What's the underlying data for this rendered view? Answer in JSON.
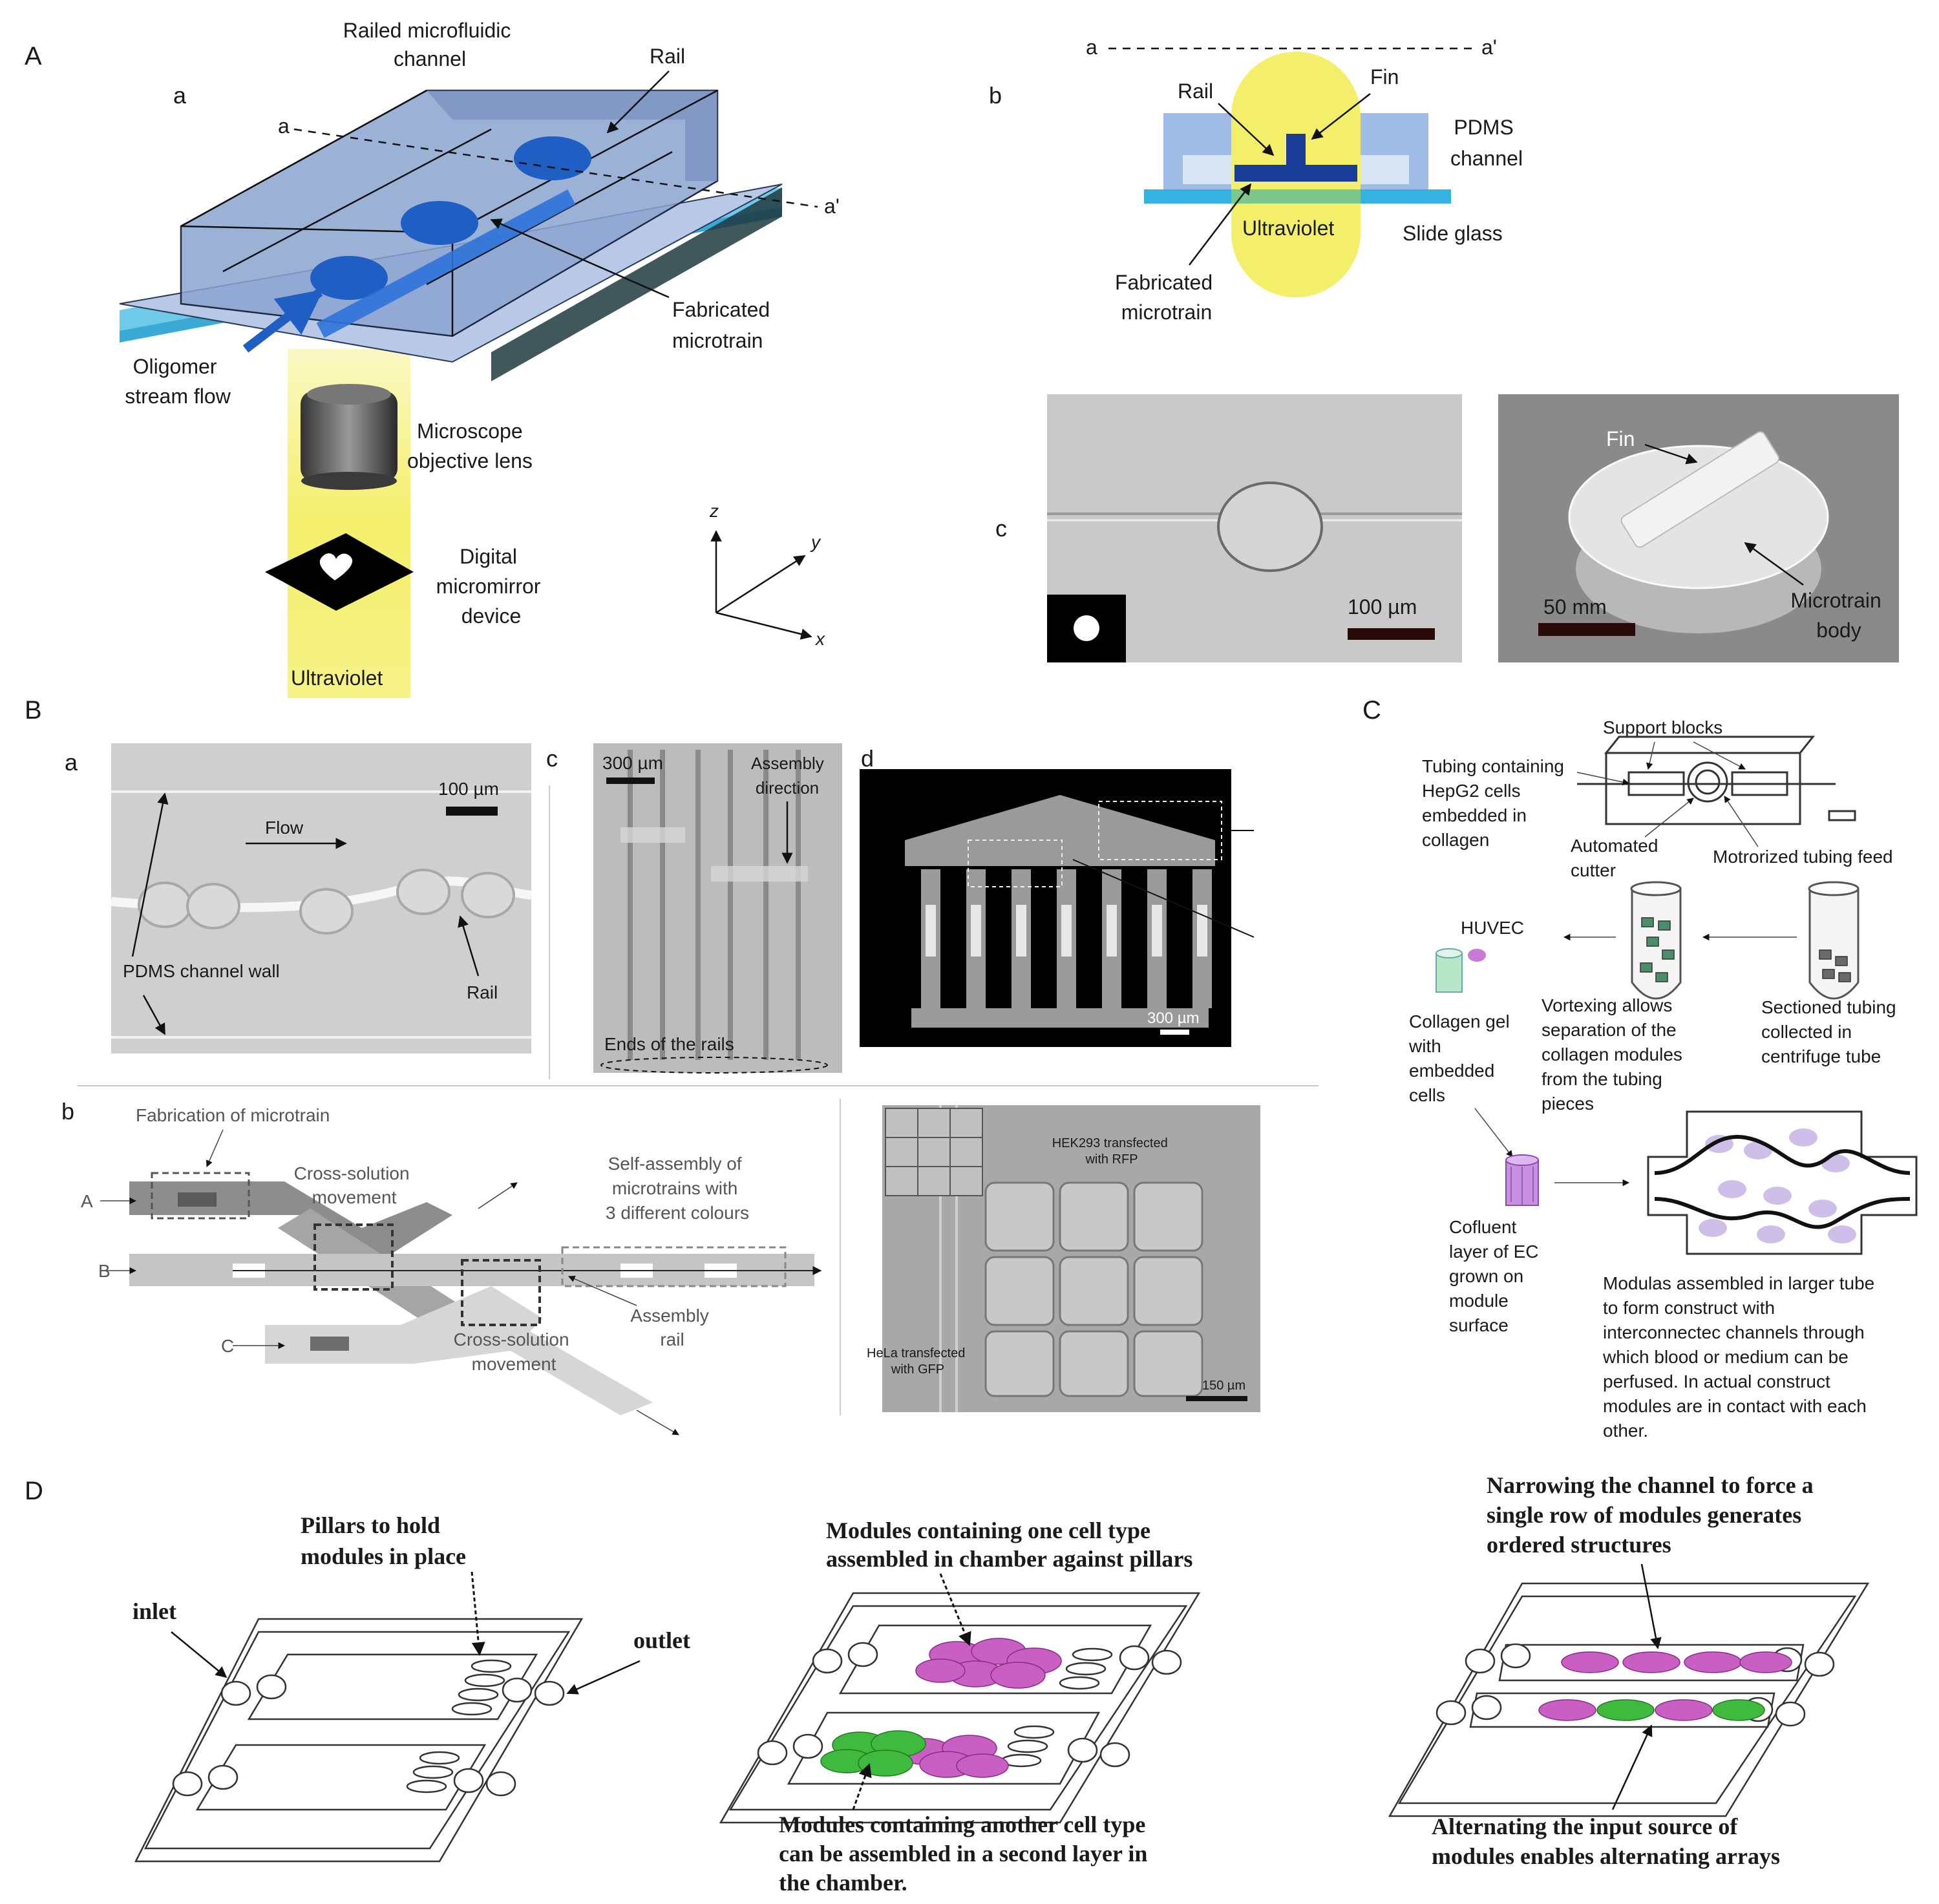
{
  "panels": {
    "A": "A",
    "B": "B",
    "C": "C",
    "D": "D"
  },
  "panel_A": {
    "a_label": "a",
    "b_label": "b",
    "c_label": "c",
    "railed_channel": [
      "Railed microfluidic",
      "channel"
    ],
    "rail": "Rail",
    "cut_a": "a",
    "cut_a_prime": "a'",
    "fabricated_microtrain": [
      "Fabricated",
      "microtrain"
    ],
    "oligomer_flow": [
      "Oligomer",
      "stream flow"
    ],
    "objective_lens": [
      "Microscope",
      "objective lens"
    ],
    "dmd": [
      "Digital",
      "micromirror",
      "device"
    ],
    "ultraviolet": "Ultraviolet",
    "axis_z": "z",
    "axis_y": "y",
    "axis_x": "x",
    "cross_section": {
      "cut_a": "a",
      "cut_a_prime": "a'",
      "rail": "Rail",
      "fin": "Fin",
      "pdms": [
        "PDMS",
        "channel"
      ],
      "ultraviolet": "Ultraviolet",
      "slide_glass": "Slide glass",
      "fabricated": [
        "Fabricated",
        "microtrain"
      ]
    },
    "micrographs": {
      "scale_left": "100 µm",
      "fin": "Fin",
      "scale_right": "50 mm",
      "microtrain_body": [
        "Microtrain",
        "body"
      ]
    }
  },
  "panel_B": {
    "a_label": "a",
    "b_label": "b",
    "c_label": "c",
    "d_label": "d",
    "a_micrograph": {
      "scale": "100 µm",
      "flow": "Flow",
      "wall": "PDMS channel wall",
      "rail": "Rail"
    },
    "c_micrograph": {
      "scale": "300 µm",
      "assembly": [
        "Assembly",
        "direction"
      ],
      "ends": "Ends of the rails"
    },
    "d_micrograph": {
      "scale": "300 µm"
    },
    "b_schematic": {
      "fabrication": "Fabrication of microtrain",
      "cross1": [
        "Cross-solution",
        "movement"
      ],
      "self_assembly": [
        "Self-assembly of",
        "microtrains with",
        "3 different colours"
      ],
      "assembly_rail": [
        "Assembly",
        "rail"
      ],
      "cross2": [
        "Cross-solution",
        "movement"
      ],
      "stream_A": "A",
      "stream_B": "B",
      "stream_C": "C"
    },
    "cells_micrograph": {
      "hek": [
        "HEK293 transfected",
        "with RFP"
      ],
      "hela": [
        "HeLa transfected",
        "with GFP"
      ],
      "scale": "150 µm"
    }
  },
  "panel_C": {
    "support_blocks": "Support blocks",
    "tubing": [
      "Tubing containing",
      "HepG2 cells",
      "embedded in",
      "collagen"
    ],
    "cutter": [
      "Automated",
      "cutter"
    ],
    "feed": "Motrorized tubing feed",
    "huvec": "HUVEC",
    "vortexing": [
      "Vortexing allows",
      "separation of the",
      "collagen modules",
      "from the tubing",
      "pieces"
    ],
    "sectioned": [
      "Sectioned tubing",
      "collected in",
      "centrifuge tube"
    ],
    "collagen_gel": [
      "Collagen gel",
      "with",
      "embedded",
      "cells"
    ],
    "cofluent": [
      "Cofluent",
      "layer of EC",
      "grown on",
      "module",
      "surface"
    ],
    "modulas": [
      "Modulas assembled in larger tube",
      "to form construct with",
      "interconnectec channels through",
      "which blood or medium can be",
      "perfused. In actual construct",
      "modules are in contact with each",
      "other."
    ]
  },
  "panel_D": {
    "pillars": [
      "Pillars to hold",
      "modules in place"
    ],
    "inlet": "inlet",
    "outlet": "outlet",
    "modules_one": [
      "Modules containing one cell type",
      "assembled in chamber against pillars"
    ],
    "modules_another": [
      "Modules containing another cell type",
      "can be assembled in a second layer in",
      "the chamber."
    ],
    "narrowing": [
      "Narrowing the channel to force a",
      "single row of modules generates",
      "ordered structures"
    ],
    "alternating": [
      "Alternating the input source of",
      "modules enables alternating arrays"
    ]
  },
  "colors": {
    "channel_blue": "#9fb4d8",
    "microtrain_blue": "#1f5fc4",
    "glass_cyan": "#34b3e0",
    "uv_yellow": "#f4ef6a",
    "magenta": "#c95fc2",
    "green": "#3fba3f"
  }
}
